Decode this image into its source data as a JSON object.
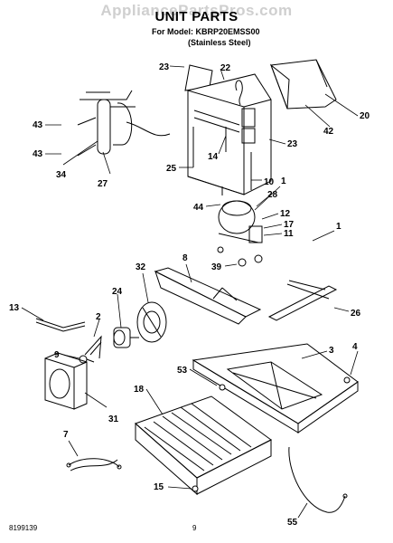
{
  "watermark": "AppliancePartsPros.com",
  "header": {
    "title": "UNIT PARTS",
    "model_line": "For Model: KBRP20EMSS00",
    "model_sub": "(Stainless Steel)"
  },
  "footer": {
    "doc_number": "8199139",
    "page_number": "9"
  },
  "callouts": {
    "c23a": "23",
    "c22": "22",
    "c20": "20",
    "c42": "42",
    "c43a": "43",
    "c43b": "43",
    "c34": "34",
    "c27": "27",
    "c23b": "23",
    "c14": "14",
    "c25": "25",
    "c10": "10",
    "c1a": "1",
    "c28": "28",
    "c44": "44",
    "c12": "12",
    "c17": "17",
    "c11": "11",
    "c1b": "1",
    "c39": "39",
    "c8": "8",
    "c32": "32",
    "c26": "26",
    "c13": "13",
    "c24": "24",
    "c2": "2",
    "c9": "9",
    "c3": "3",
    "c4": "4",
    "c53": "53",
    "c18": "18",
    "c31": "31",
    "c7": "7",
    "c15": "15",
    "c55": "55"
  }
}
